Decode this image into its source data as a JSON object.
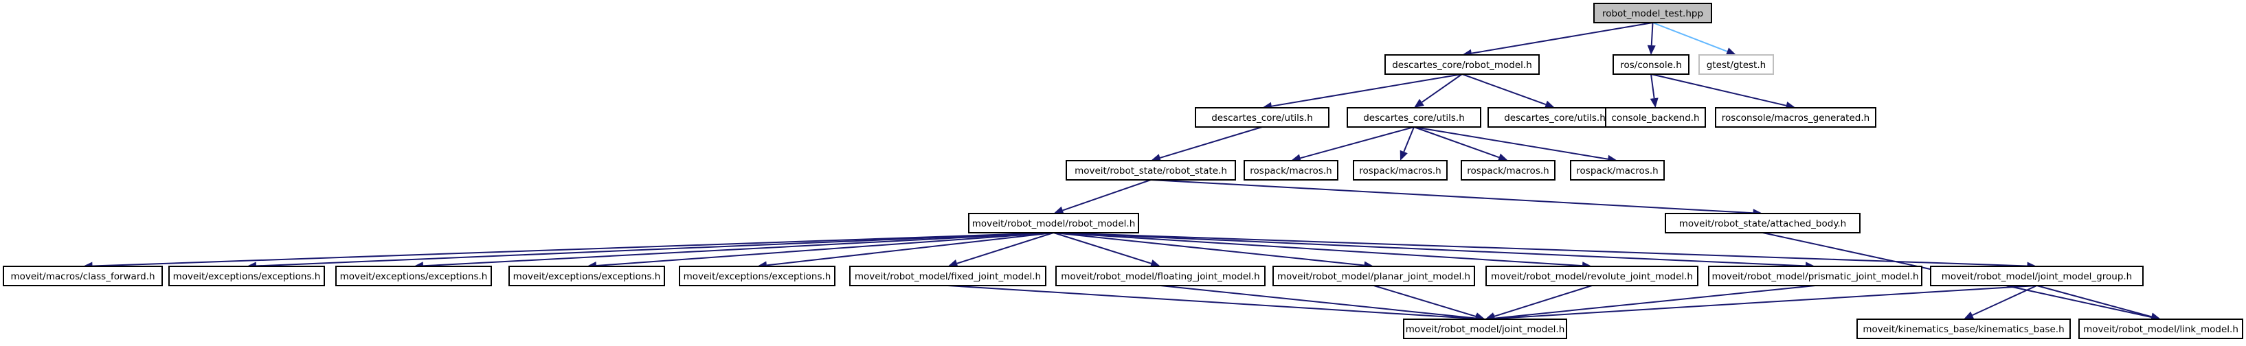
{
  "nodes": [
    {
      "id": "root",
      "label": "robot_model_test.hpp",
      "kind": "root"
    },
    {
      "id": "rm_h",
      "label": "descartes_core/robot_model.h"
    },
    {
      "id": "ros_console",
      "label": "ros/console.h"
    },
    {
      "id": "gtest",
      "label": "gtest/gtest.h",
      "kind": "external"
    },
    {
      "id": "utils_a",
      "label": "descartes_core/utils.h"
    },
    {
      "id": "utils_b",
      "label": "descartes_core/utils.h"
    },
    {
      "id": "utils_c",
      "label": "descartes_core/utils.h"
    },
    {
      "id": "console_backend",
      "label": "console_backend.h"
    },
    {
      "id": "rosconsole_macros",
      "label": "rosconsole/macros_generated.h"
    },
    {
      "id": "robot_state",
      "label": "moveit/robot_state/robot_state.h"
    },
    {
      "id": "rospack1",
      "label": "rospack/macros.h"
    },
    {
      "id": "rospack2",
      "label": "rospack/macros.h"
    },
    {
      "id": "rospack3",
      "label": "rospack/macros.h"
    },
    {
      "id": "rospack4",
      "label": "rospack/macros.h"
    },
    {
      "id": "robot_model",
      "label": "moveit/robot_model/robot_model.h"
    },
    {
      "id": "attached_body",
      "label": "moveit/robot_state/attached_body.h"
    },
    {
      "id": "class_forward",
      "label": "moveit/macros/class_forward.h"
    },
    {
      "id": "exc1",
      "label": "moveit/exceptions/exceptions.h"
    },
    {
      "id": "exc2",
      "label": "moveit/exceptions/exceptions.h"
    },
    {
      "id": "exc3",
      "label": "moveit/exceptions/exceptions.h"
    },
    {
      "id": "exc4",
      "label": "moveit/exceptions/exceptions.h"
    },
    {
      "id": "fixed_joint",
      "label": "moveit/robot_model/fixed_joint_model.h"
    },
    {
      "id": "floating_joint",
      "label": "moveit/robot_model/floating_joint_model.h"
    },
    {
      "id": "planar_joint",
      "label": "moveit/robot_model/planar_joint_model.h"
    },
    {
      "id": "revolute_joint",
      "label": "moveit/robot_model/revolute_joint_model.h"
    },
    {
      "id": "prismatic_joint",
      "label": "moveit/robot_model/prismatic_joint_model.h"
    },
    {
      "id": "joint_model_group",
      "label": "moveit/robot_model/joint_model_group.h"
    },
    {
      "id": "joint_model",
      "label": "moveit/robot_model/joint_model.h"
    },
    {
      "id": "kinematics_base",
      "label": "moveit/kinematics_base/kinematics_base.h"
    },
    {
      "id": "link_model",
      "label": "moveit/robot_model/link_model.h"
    }
  ],
  "edges": [
    [
      "root",
      "rm_h"
    ],
    [
      "root",
      "ros_console"
    ],
    [
      "root",
      "gtest"
    ],
    [
      "rm_h",
      "utils_a"
    ],
    [
      "rm_h",
      "utils_b"
    ],
    [
      "rm_h",
      "utils_c"
    ],
    [
      "ros_console",
      "console_backend"
    ],
    [
      "ros_console",
      "rosconsole_macros"
    ],
    [
      "utils_a",
      "robot_state"
    ],
    [
      "utils_b",
      "rospack1"
    ],
    [
      "utils_b",
      "rospack2"
    ],
    [
      "utils_b",
      "rospack3"
    ],
    [
      "utils_b",
      "rospack4"
    ],
    [
      "robot_state",
      "robot_model"
    ],
    [
      "robot_state",
      "attached_body"
    ],
    [
      "robot_model",
      "class_forward"
    ],
    [
      "robot_model",
      "exc1"
    ],
    [
      "robot_model",
      "exc2"
    ],
    [
      "robot_model",
      "exc3"
    ],
    [
      "robot_model",
      "exc4"
    ],
    [
      "robot_model",
      "fixed_joint"
    ],
    [
      "robot_model",
      "floating_joint"
    ],
    [
      "robot_model",
      "planar_joint"
    ],
    [
      "robot_model",
      "revolute_joint"
    ],
    [
      "robot_model",
      "prismatic_joint"
    ],
    [
      "robot_model",
      "joint_model_group"
    ],
    [
      "attached_body",
      "link_model"
    ],
    [
      "fixed_joint",
      "joint_model"
    ],
    [
      "floating_joint",
      "joint_model"
    ],
    [
      "planar_joint",
      "joint_model"
    ],
    [
      "revolute_joint",
      "joint_model"
    ],
    [
      "prismatic_joint",
      "joint_model"
    ],
    [
      "joint_model_group",
      "joint_model"
    ],
    [
      "joint_model_group",
      "kinematics_base"
    ],
    [
      "joint_model_group",
      "link_model"
    ]
  ],
  "colors": {
    "edge": "#191970",
    "root_fill": "#bfbfbf",
    "node_border": "#000000",
    "external_border": "#bfbfbf"
  }
}
